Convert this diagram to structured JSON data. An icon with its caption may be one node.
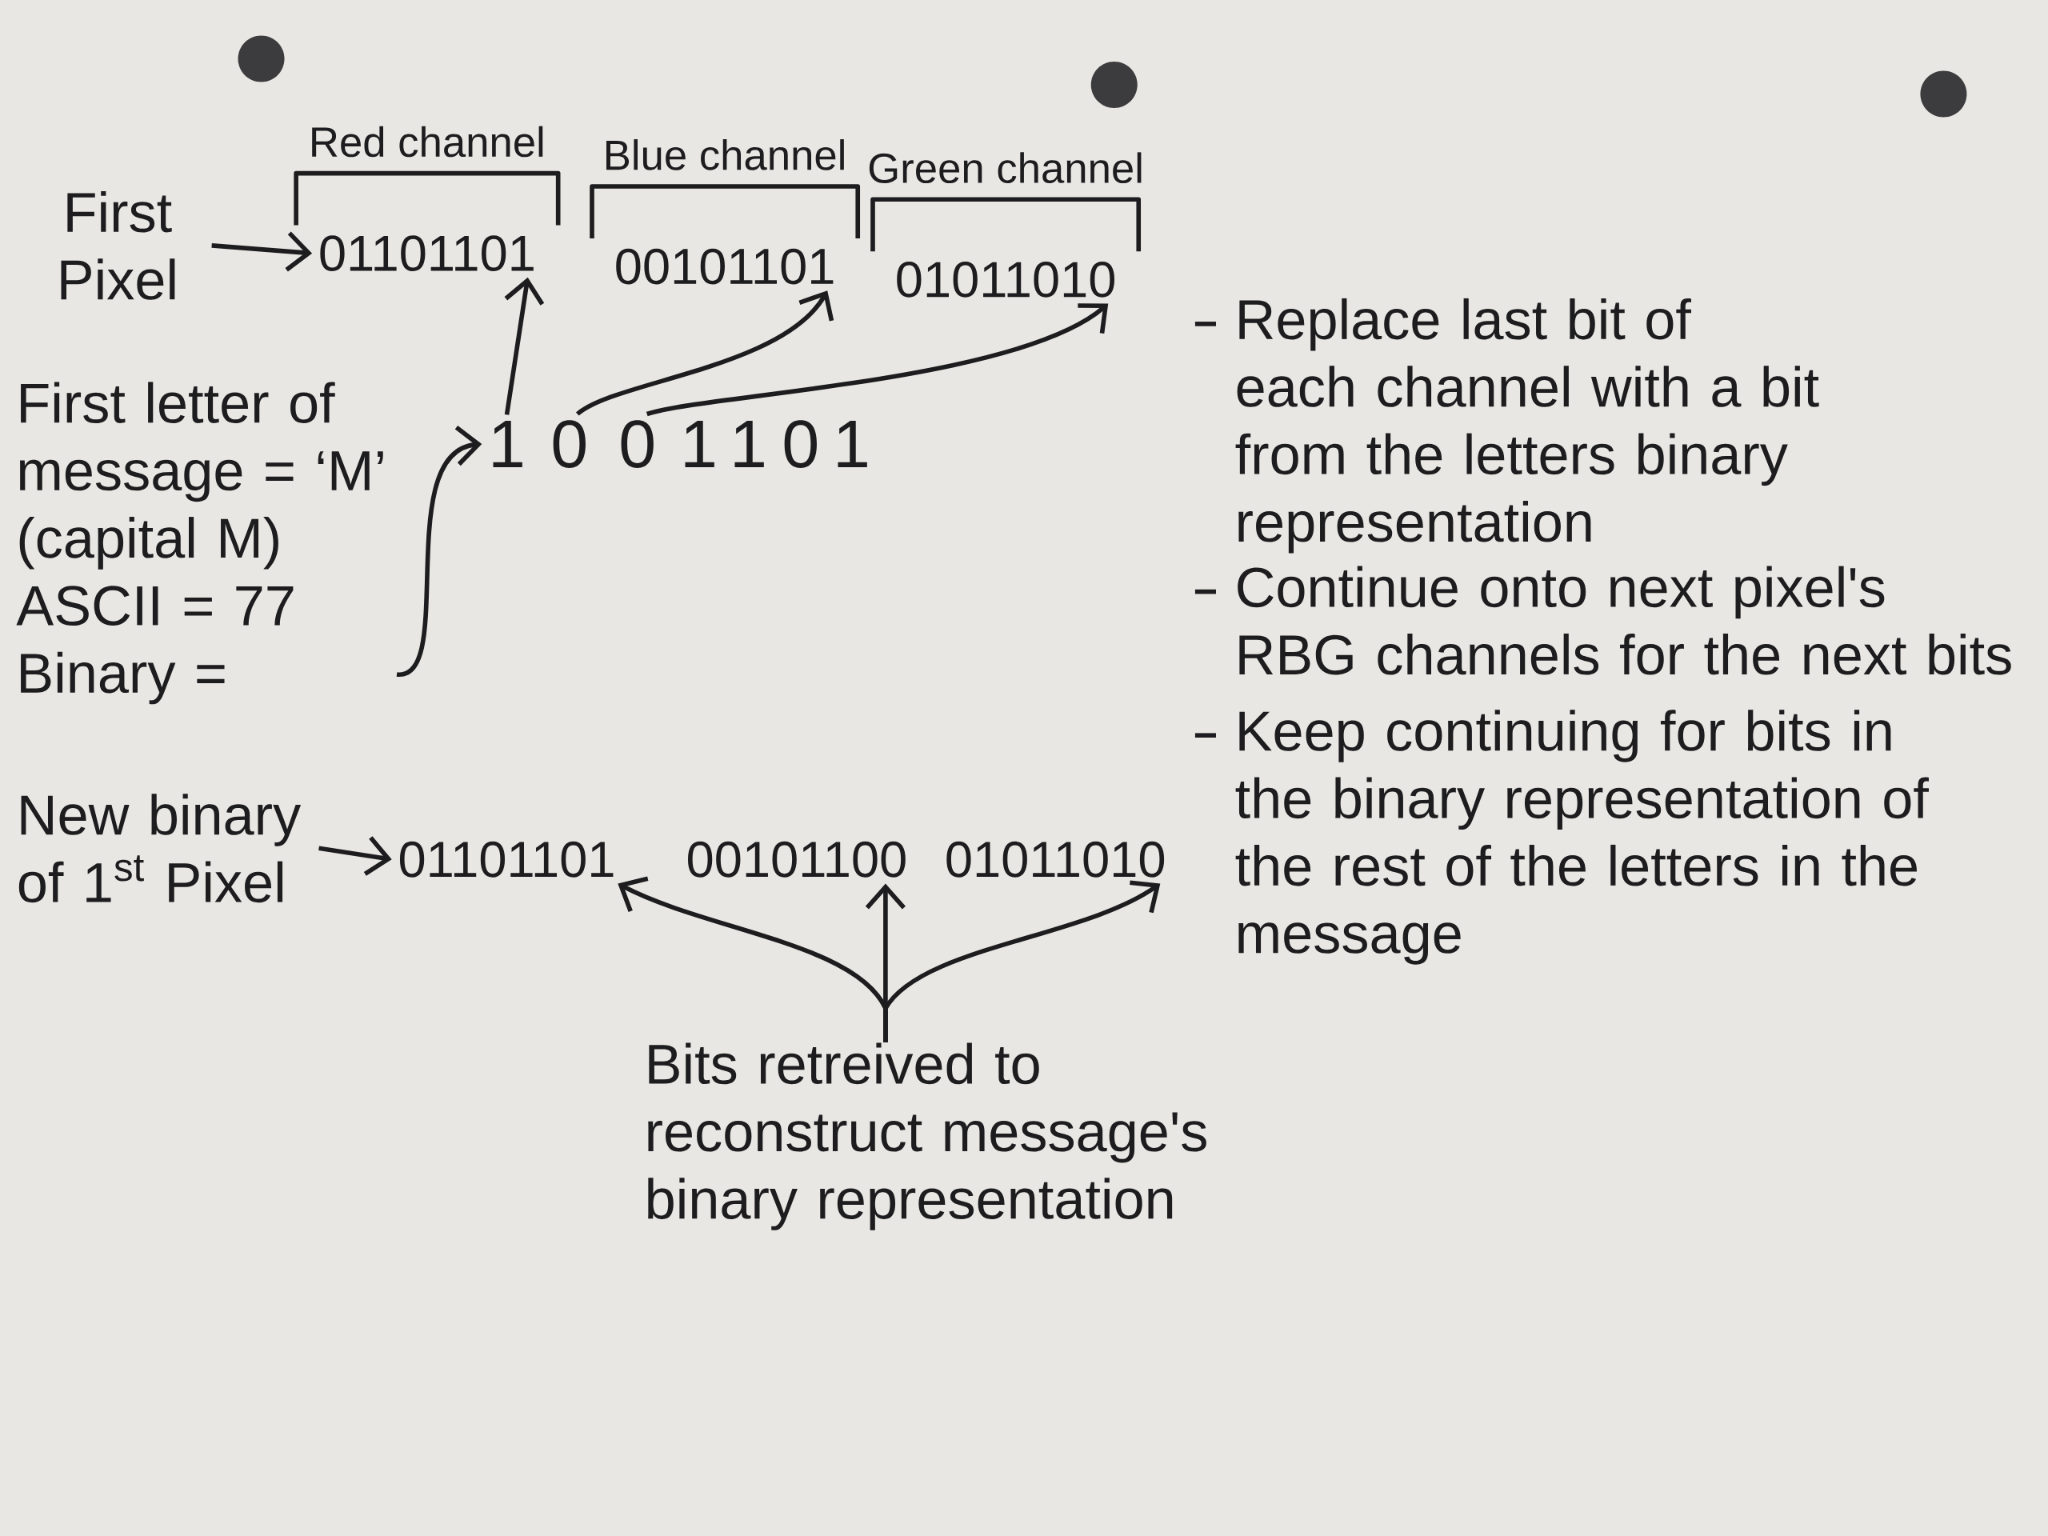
{
  "diagram": {
    "nodes": [
      {
        "text": [
          "First Pixel"
        ]
      },
      {
        "text": [
          "01101101"
        ],
        "beside": [
          "Red channel"
        ]
      },
      {
        "text": [
          "00101101"
        ],
        "beside": [
          "Blue channel"
        ]
      },
      {
        "text": [
          "01011010"
        ],
        "beside": [
          "Green channel"
        ]
      },
      {
        "text": [
          "First letter of message = ‘M’ (capital M)",
          "ASCII = 77",
          "Binary ="
        ]
      },
      {
        "text": [
          "1"
        ]
      },
      {
        "text": [
          "0"
        ]
      },
      {
        "text": [
          "0"
        ]
      },
      {
        "text": [
          "1"
        ]
      },
      {
        "text": [
          "1"
        ]
      },
      {
        "text": [
          "0"
        ]
      },
      {
        "text": [
          "1"
        ]
      },
      {
        "text": [
          "New binary of 1$^{st}$ Pixel"
        ]
      },
      {
        "text": [
          "01101101"
        ]
      },
      {
        "text": [
          "00101100"
        ]
      },
      {
        "text": [
          "01011010"
        ]
      },
      {
        "text": [
          "Bits retreived to reconstruct message's binary representation"
        ]
      }
    ],
    "edges": [
      {
        "from": 0,
        "to": 1,
        "arrow": "to"
      },
      {
        "from": 5,
        "to": 1,
        "arrow": "to"
      },
      {
        "from": 6,
        "to": 2,
        "arrow": "to"
      },
      {
        "from": 7,
        "to": 3,
        "arrow": "to"
      },
      {
        "from": 4,
        "to": 5,
        "arrow": "to"
      },
      {
        "from": 12,
        "to": 13,
        "arrow": "to"
      },
      {
        "from": 16,
        "to": 13,
        "arrow": "to"
      },
      {
        "from": 16,
        "to": 14,
        "arrow": "to"
      },
      {
        "from": 16,
        "to": 15,
        "arrow": "to"
      }
    ],
    "labels": [
      "Replace last bit of each channel with a bit from the letters binary representation",
      "Continue onto next pixel's RBG channels for the next bits",
      "Keep continuing for bits in the binary representation of the rest of the letters in the message"
    ]
  }
}
